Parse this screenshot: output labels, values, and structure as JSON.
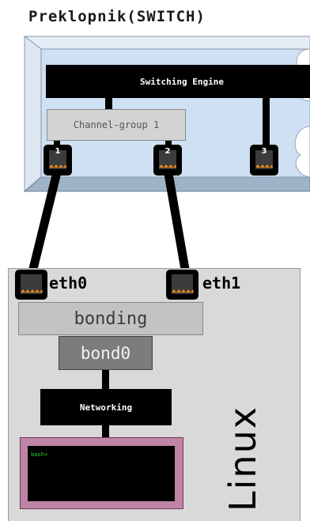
{
  "switch": {
    "title": "Preklopnik(SWITCH)",
    "engine_label": "Switching Engine",
    "channel_group_label": "Channel-group 1",
    "ports": [
      "1",
      "2",
      "3"
    ]
  },
  "host": {
    "os_label": "Linux",
    "nics": [
      "eth0",
      "eth1"
    ],
    "bonding_label": "bonding",
    "bond_iface_label": "bond0",
    "networking_label": "Networking",
    "terminal_prompt": "bash>"
  },
  "colors": {
    "switch_panel": "#cfe0f3",
    "linux_panel": "#d9d9d9",
    "terminal_frame": "#c084a6",
    "prompt_green": "#22d422"
  }
}
